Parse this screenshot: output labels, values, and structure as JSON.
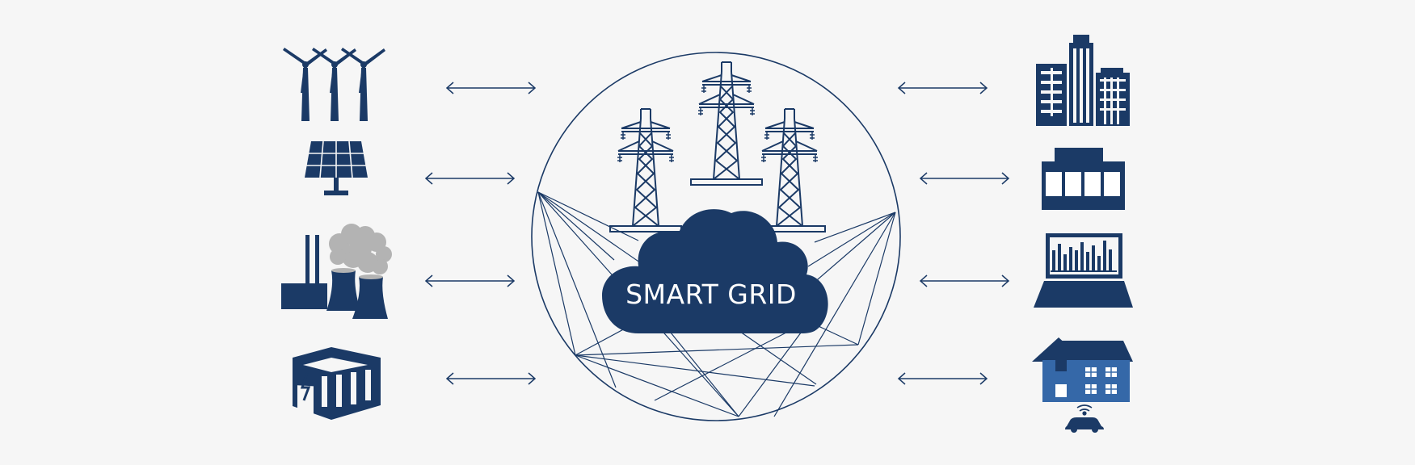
{
  "diagram": {
    "center_label": "SMART GRID"
  },
  "colors": {
    "background": "#f6f6f6",
    "navy": "#1b3a66",
    "house_blue": "#3568a8",
    "smoke_gray": "#b3b3b3",
    "line": "#1b3a66"
  },
  "sources": [
    {
      "icon": "wind-turbines-icon"
    },
    {
      "icon": "solar-panel-icon"
    },
    {
      "icon": "power-plant-icon"
    },
    {
      "icon": "battery-storage-icon"
    }
  ],
  "consumers": [
    {
      "icon": "office-buildings-icon"
    },
    {
      "icon": "factory-icon"
    },
    {
      "icon": "laptop-chart-icon"
    },
    {
      "icon": "smart-home-ev-icon"
    }
  ],
  "connections": {
    "arrow_style": "bidirectional",
    "count_left": 4,
    "count_right": 4
  }
}
